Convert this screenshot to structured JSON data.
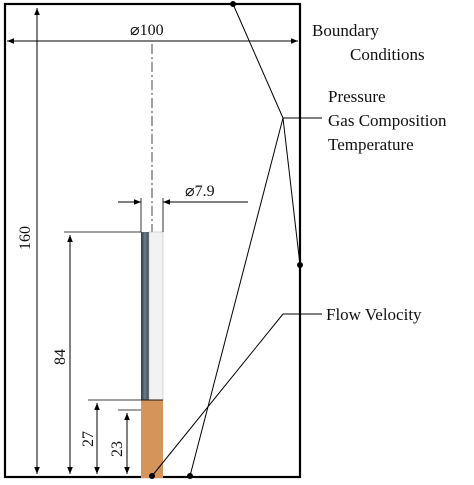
{
  "diagram": {
    "dimensions": {
      "outer_diameter": "⌀100",
      "inner_diameter": "⌀7.9",
      "height_total": "160",
      "height_rod": "84",
      "height_upper_band": "27",
      "height_lower_band": "23"
    },
    "labels": {
      "boundary_line1": "Boundary",
      "boundary_line2": "Conditions",
      "pressure": "Pressure",
      "gas_composition": "Gas Composition",
      "temperature": "Temperature",
      "flow_velocity": "Flow Velocity"
    },
    "colors": {
      "wall": "#000000",
      "rod_steel_dark": "#4a5560",
      "rod_white": "#f2f2f2",
      "rod_copper": "#d4945a"
    }
  }
}
